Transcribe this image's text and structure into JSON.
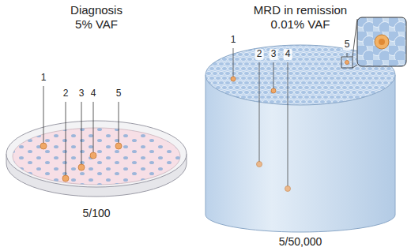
{
  "diagram": {
    "labels": [
      "Diagnosis",
      "5% VAF",
      "1",
      "2",
      "3",
      "4",
      "5",
      "5/100",
      "MRD in remission",
      "0.01% VAF",
      "1",
      "2",
      "3",
      "4",
      "5",
      "5/50,000"
    ]
  }
}
